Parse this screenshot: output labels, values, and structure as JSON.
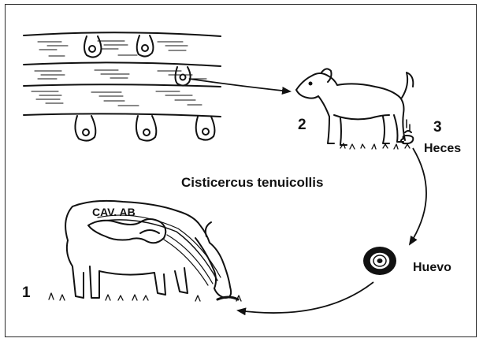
{
  "labels": {
    "parasite_name": "Cisticercus tenuicollis",
    "stage_1": "1",
    "stage_2": "2",
    "stage_3": "3",
    "feces": "Heces",
    "egg": "Huevo",
    "abdominal_cavity": "CAV. AB"
  },
  "colors": {
    "ink": "#111111",
    "background": "#ffffff"
  },
  "icons": {
    "muscle_tissue": "tissue-with-cysts-drawing",
    "dog": "dog-drawing",
    "feces": "feces-drawing",
    "egg": "egg-drawing",
    "sheep": "grazing-sheep-drawing"
  }
}
